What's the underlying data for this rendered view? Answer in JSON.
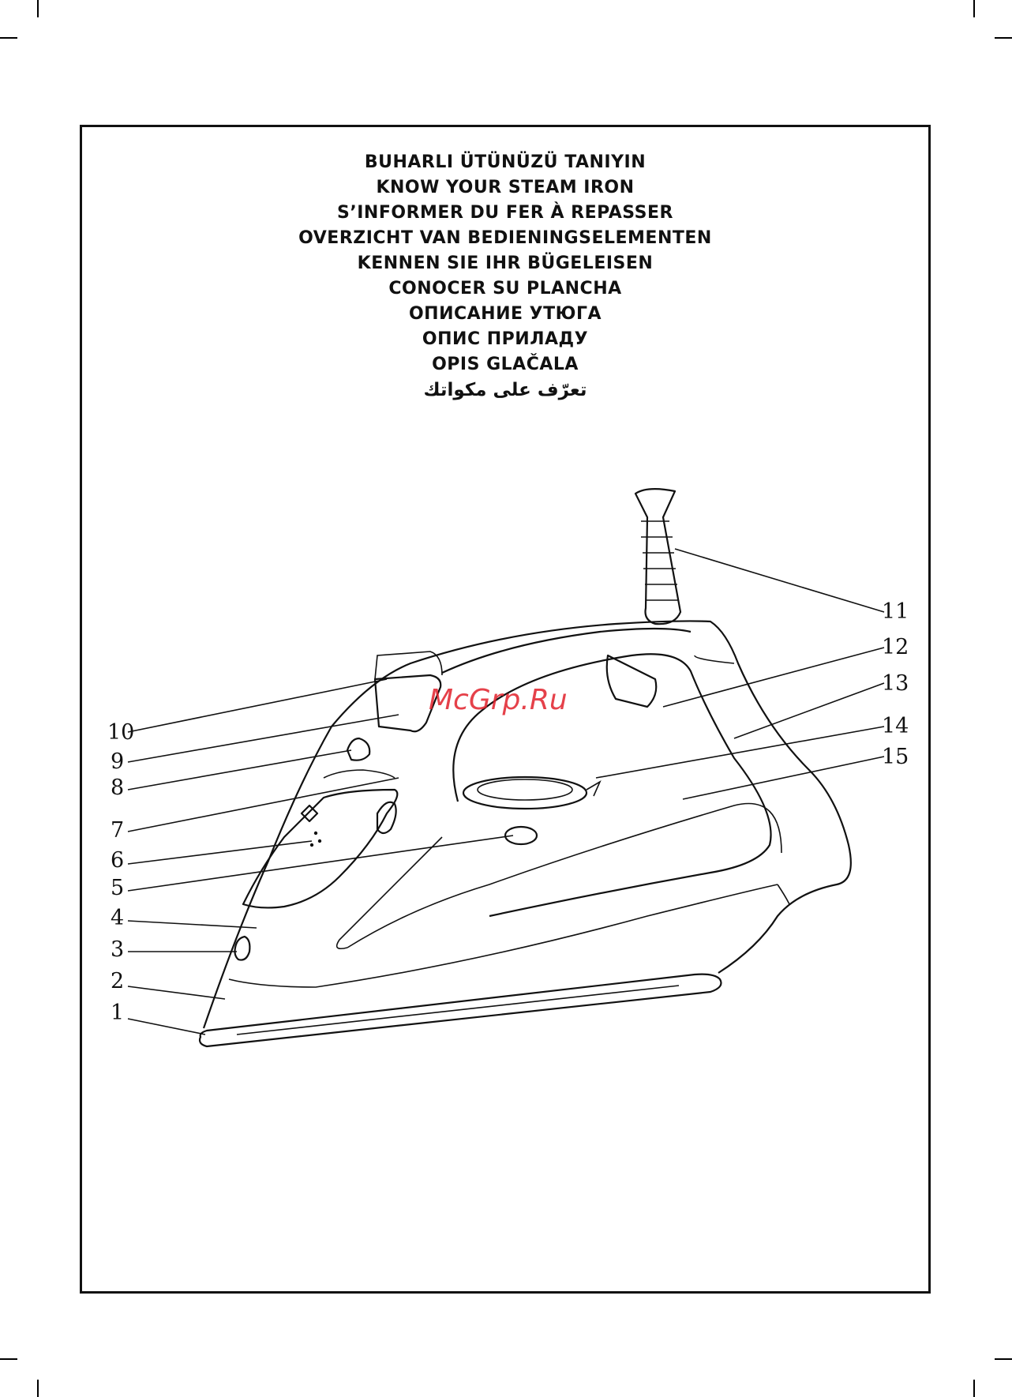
{
  "titles": [
    "BUHARLI ÜTÜNÜZÜ TANIYIN",
    "KNOW YOUR STEAM IRON",
    "S’INFORMER DU FER À REPASSER",
    "OVERZICHT VAN BEDIENINGSELEMENTEN",
    "KENNEN SIE IHR BÜGELEISEN",
    "CONOCER SU PLANCHA",
    "ОПИСАНИЕ УТЮГА",
    "ОПИС ПРИЛАДУ",
    "OPIS GLAČALA",
    "تعرّف على مكواتك"
  ],
  "watermark": "McGrp.Ru",
  "watermark_color": "#e0202a",
  "labels": [
    "1",
    "2",
    "3",
    "4",
    "5",
    "6",
    "7",
    "8",
    "9",
    "10",
    "11",
    "12",
    "13",
    "14",
    "15"
  ]
}
